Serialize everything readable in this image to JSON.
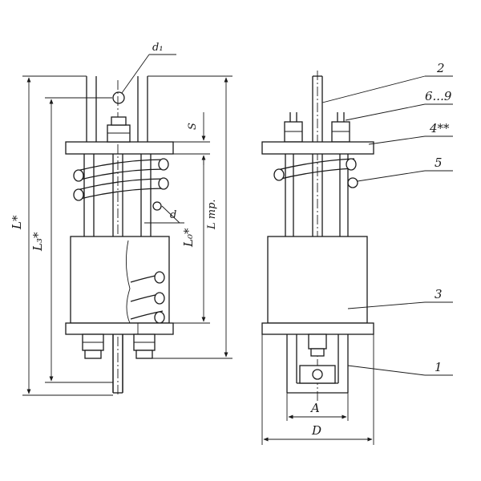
{
  "figure": {
    "left_view_labels": {
      "d1": "d₁",
      "s": "S",
      "d": "d",
      "l_total": "L*",
      "l_z": "L₃*",
      "l_o": "L₀*",
      "l_mp": "L тр."
    },
    "right_view_labels": {
      "callout_2": "2",
      "callout_6_9": "6...9",
      "callout_4": "4**",
      "callout_5": "5",
      "callout_3": "3",
      "callout_1": "1",
      "dim_a": "A",
      "dim_d": "D"
    }
  }
}
